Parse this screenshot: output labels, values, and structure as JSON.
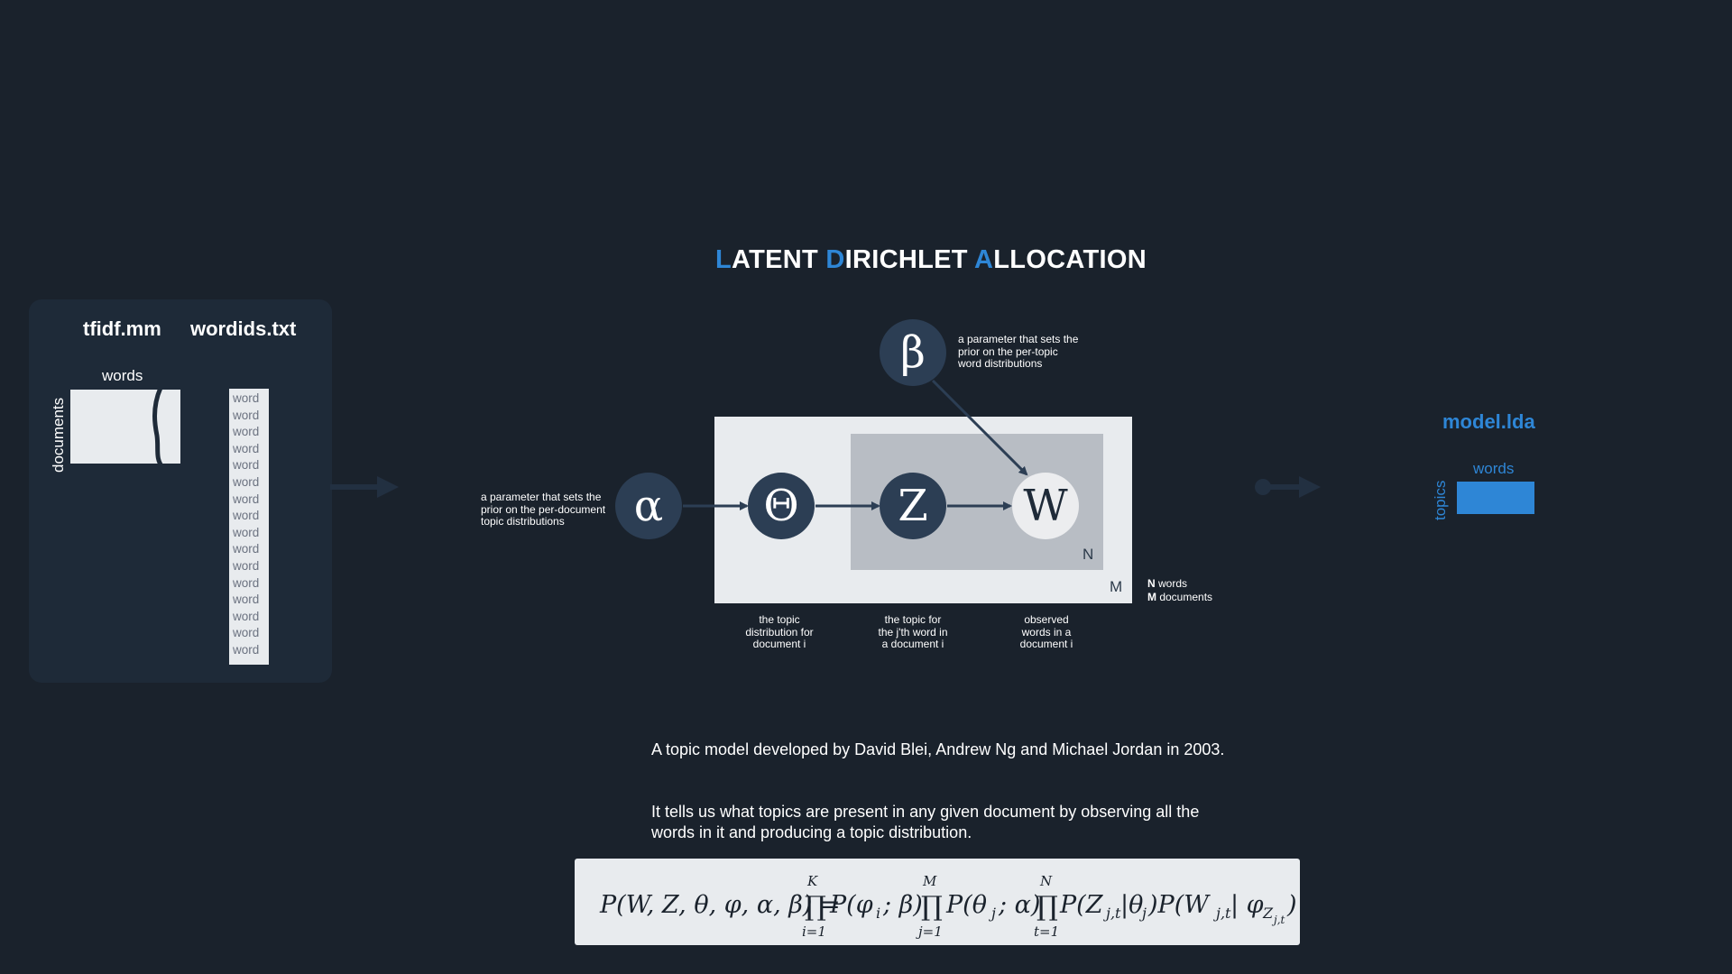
{
  "colors": {
    "background": "#1a222c",
    "panel": "#1e2a38",
    "accent": "#2e86d6",
    "node": "#2c3e54",
    "plate_outer": "#e8ebee",
    "plate_inner": "#b8bdc4"
  },
  "input_panel": {
    "tfidf_title": "tfidf.mm",
    "wordids_title": "wordids.txt",
    "matrix_words_label": "words",
    "matrix_documents_label": "documents",
    "wordlist": [
      "word",
      "word",
      "word",
      "word",
      "word",
      "word",
      "word",
      "word",
      "word",
      "word",
      "word",
      "word",
      "word",
      "word",
      "word",
      "word"
    ]
  },
  "title": {
    "l1": "L",
    "r1": "ATENT ",
    "l2": "D",
    "r2": "IRICHLET ",
    "l3": "A",
    "r3": "LLOCATION"
  },
  "nodes": {
    "alpha": "α",
    "theta": "Θ",
    "z": "Z",
    "w": "W",
    "beta": "β"
  },
  "plates": {
    "inner_label": "N",
    "outer_label": "M"
  },
  "annotations": {
    "alpha_note": "a parameter that sets the\nprior on the per-document\ntopic distributions",
    "beta_note": "a parameter that sets the\nprior on the per-topic\nword distributions",
    "theta_note": "the topic\ndistribution for\ndocument i",
    "z_note": "the topic for\nthe j'th word in\na document i",
    "w_note": "observed\nwords in a\ndocument i"
  },
  "legend": {
    "n_key": "N",
    "n_text": " words",
    "m_key": "M",
    "m_text": " documents"
  },
  "description": {
    "p1": "A topic model developed by David Blei, Andrew Ng and Michael Jordan in 2003.",
    "p2": "It tells us what topics are present in any given document by observing all the words in it and producing a topic distribution."
  },
  "formula": "P(W, Z, θ, φ, α, β) = ∏_{i=1}^{K} P(φ_i ; β) ∏_{j=1}^{M} P(θ_j ; α) ∏_{t=1}^{N} P(Z_{j,t}|θ_j) P(W_{j,t}| φ_{Z_{j,t}})",
  "output": {
    "title": "model.lda",
    "words_label": "words",
    "topics_label": "topics"
  }
}
